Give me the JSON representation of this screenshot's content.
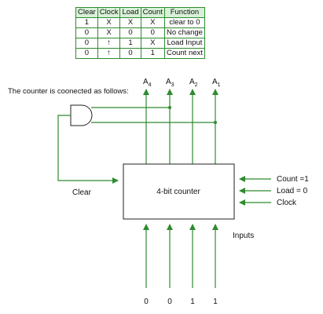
{
  "function_table": {
    "headers": [
      "Clear",
      "Clock",
      "Load",
      "Count",
      "Function"
    ],
    "rows": [
      [
        "1",
        "X",
        "X",
        "X",
        "clear to 0"
      ],
      [
        "0",
        "X",
        "0",
        "0",
        "No change"
      ],
      [
        "0",
        "↑",
        "1",
        "X",
        "Load Input"
      ],
      [
        "0",
        "↑",
        "0",
        "1",
        "Count next"
      ]
    ]
  },
  "diagram": {
    "caption": "The counter is coonected as follows:",
    "outputs": [
      {
        "base": "A",
        "sub": "4"
      },
      {
        "base": "A",
        "sub": "3"
      },
      {
        "base": "A",
        "sub": "2"
      },
      {
        "base": "A",
        "sub": "1"
      }
    ],
    "counter_label": "4-bit counter",
    "clear_label": "Clear",
    "count_label": "Count =1",
    "load_label": "Load = 0",
    "clock_label": "Clock",
    "inputs_label": "Inputs",
    "input_values": [
      "0",
      "0",
      "1",
      "1"
    ],
    "colors": {
      "wire": "#2e8b2e",
      "line": "#222222",
      "header_bg": "#d8f0d8"
    }
  }
}
